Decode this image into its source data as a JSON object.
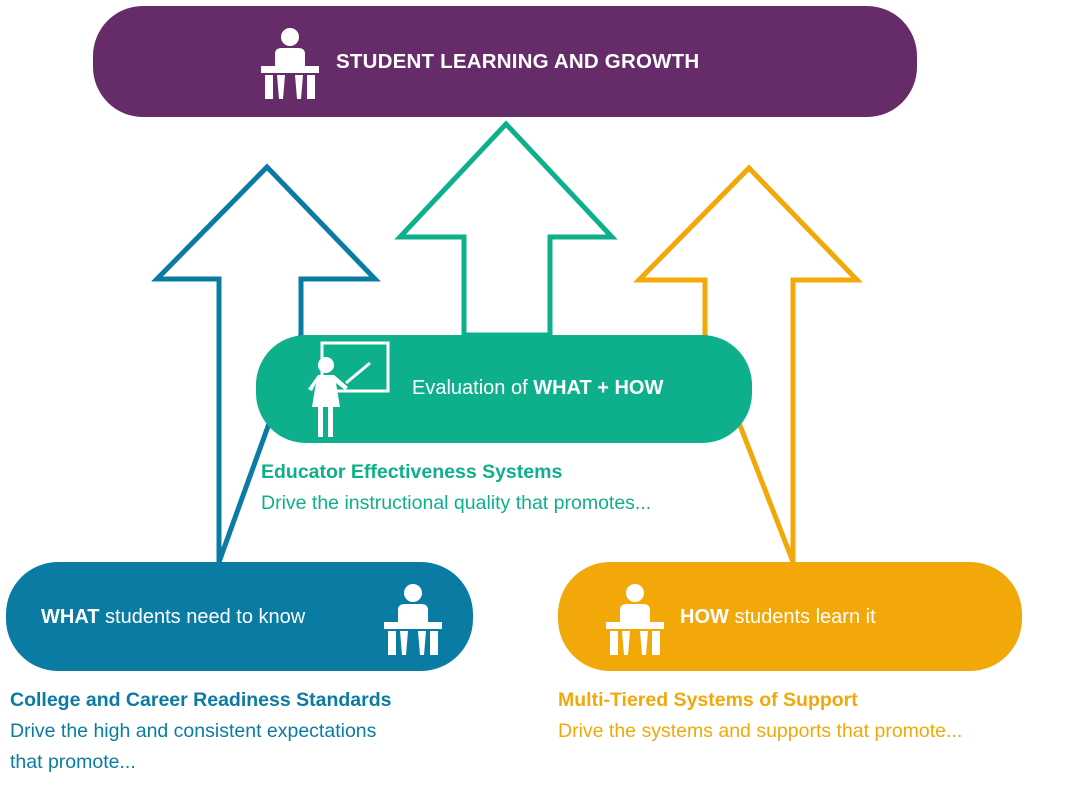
{
  "colors": {
    "purple": "#662c6a",
    "green": "#0eb08b",
    "blue": "#0a7ca3",
    "orange": "#f3a80a"
  },
  "top_box": {
    "label": "STUDENT LEARNING AND GROWTH",
    "icon": "student-at-desk-icon"
  },
  "middle_box": {
    "label_plain": "Evaluation of ",
    "label_bold": "WHAT + HOW",
    "icon": "teacher-at-board-icon",
    "caption_title": "Educator Effectiveness Systems",
    "caption_body": "Drive the instructional quality that promotes..."
  },
  "left_box": {
    "label_bold": "WHAT",
    "label_plain": " students need to know",
    "icon": "student-at-desk-icon",
    "caption_title": "College and Career Readiness Standards",
    "caption_body_line1": "Drive the high and consistent expectations",
    "caption_body_line2": "that promote..."
  },
  "right_box": {
    "label_bold": "HOW",
    "label_plain": " students learn it",
    "icon": "student-at-desk-icon",
    "caption_title": "Multi-Tiered Systems of Support",
    "caption_body": "Drive the systems and supports that promote..."
  },
  "arrows": [
    {
      "name": "blue-arrow",
      "color": "#0a7ca3",
      "direction": "up"
    },
    {
      "name": "green-arrow",
      "color": "#0eb08b",
      "direction": "up"
    },
    {
      "name": "orange-arrow",
      "color": "#f3a80a",
      "direction": "up"
    }
  ]
}
